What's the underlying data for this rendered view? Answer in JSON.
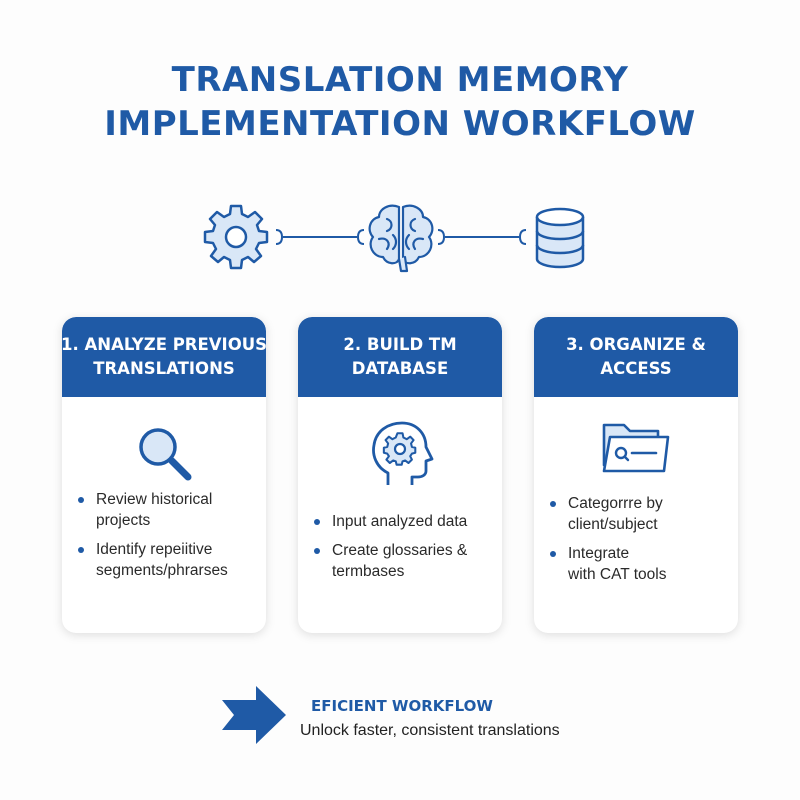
{
  "title": {
    "line1": "TRANSLATION MEMORY",
    "line2": "IMPLEMENTATION WORKFLOW"
  },
  "flow_icons": [
    "gear-icon",
    "brain-icon",
    "database-icon"
  ],
  "steps": [
    {
      "header": [
        "1. ANALYZE PREVIOUS",
        "TRANSLATIONS"
      ],
      "icon": "magnifier-icon",
      "bullets": [
        [
          "Review historical",
          "projects"
        ],
        [
          "Identify repeiitive",
          "segments/phrarses"
        ]
      ]
    },
    {
      "header": [
        "2. BUILD TM",
        "DATABASE"
      ],
      "icon": "head-gear-icon",
      "bullets": [
        [
          "Input analyzed data"
        ],
        [
          "Create glossaries &",
          "termbases"
        ]
      ]
    },
    {
      "header": [
        "3. ORGANIZE &",
        "ACCESS"
      ],
      "icon": "folder-icon",
      "bullets": [
        [
          "Categorrre by",
          "client/subject"
        ],
        [
          "Integrate",
          "with CAT tools"
        ]
      ]
    }
  ],
  "footer": {
    "title": "EFICIENT WORKFLOW",
    "subtitle": "Unlock faster, consistent translations",
    "icon": "arrow-icon"
  },
  "colors": {
    "primary": "#1f5aa6",
    "icon_fill": "#d9e7f7",
    "background": "#fdfdfd"
  }
}
